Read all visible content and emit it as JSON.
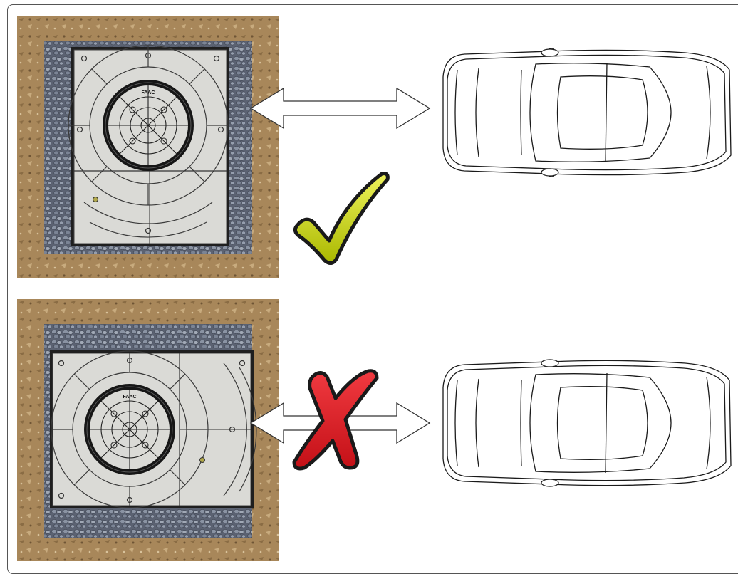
{
  "diagram": {
    "panels": [
      {
        "id": "correct",
        "result": "correct",
        "cover_brand": "FAAC",
        "verdict_icon": "check-icon",
        "verdict_color": "#d4e000",
        "arrow_style": "double-arrow",
        "car": "car-top-view"
      },
      {
        "id": "incorrect",
        "result": "incorrect",
        "cover_brand": "FAAC",
        "verdict_icon": "cross-icon",
        "verdict_color": "#e8222a",
        "arrow_style": "double-arrow",
        "car": "car-top-view"
      }
    ],
    "colors": {
      "soil": "#a8875a",
      "gravel": "#6d7584",
      "cover": "#dadad6",
      "outline": "#222222"
    }
  }
}
